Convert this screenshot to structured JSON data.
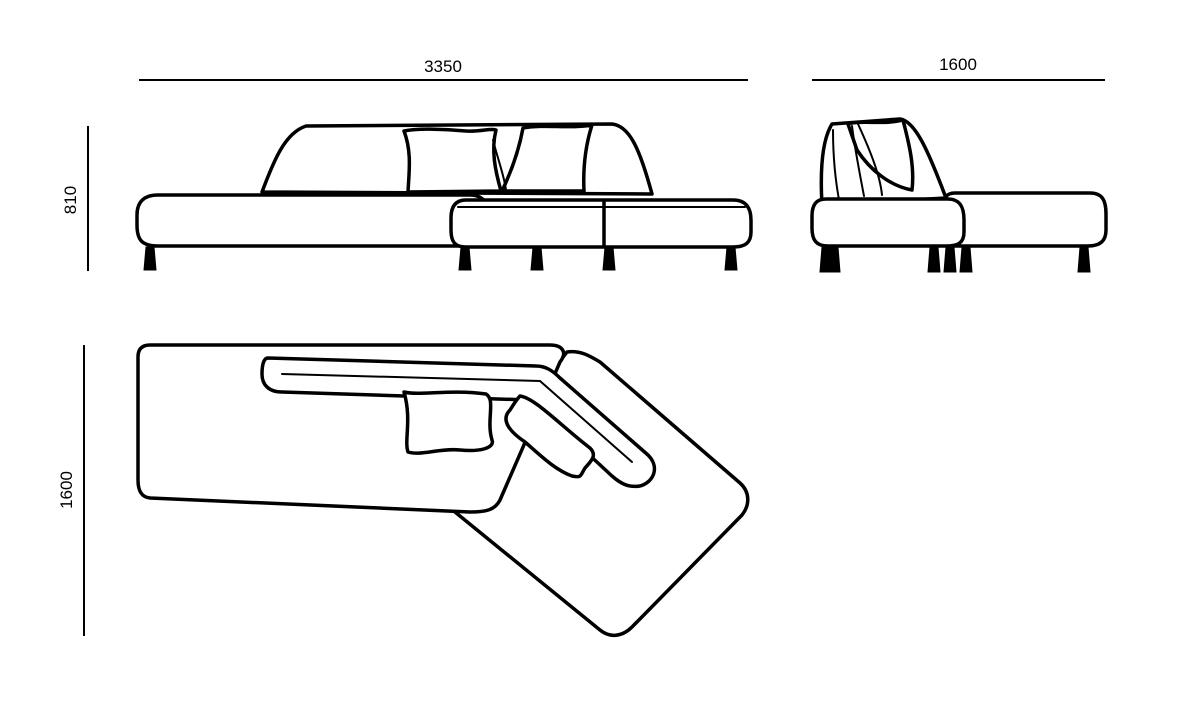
{
  "dimensions": {
    "front_width": "3350",
    "side_depth": "1600",
    "height": "810",
    "plan_depth": "1600"
  },
  "colors": {
    "line": "#000000",
    "background": "#ffffff"
  }
}
